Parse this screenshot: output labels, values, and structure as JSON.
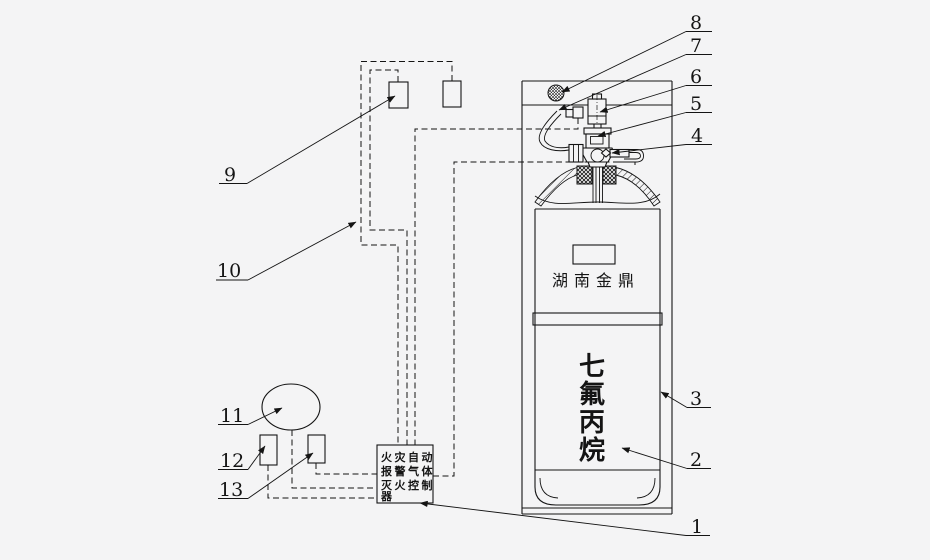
{
  "figure": {
    "type": "technical-diagram",
    "subject": "cabinet type gas fire extinguishing unit",
    "background_color": "#f4f4f5",
    "line_color": "#141414"
  },
  "cylinder": {
    "brand": "湖南金鼎",
    "agent": "七氟丙烷",
    "agent_chars": [
      "七",
      "氟",
      "丙",
      "烷"
    ]
  },
  "controller": {
    "text": "火灾自动报警气体灭火控制器",
    "lines": [
      "火灾自动",
      "报警气体",
      "灭火控制",
      "器"
    ]
  },
  "callouts": {
    "c1": {
      "label": "1"
    },
    "c2": {
      "label": "2"
    },
    "c3": {
      "label": "3"
    },
    "c4": {
      "label": "4"
    },
    "c5": {
      "label": "5"
    },
    "c6": {
      "label": "6"
    },
    "c7": {
      "label": "7"
    },
    "c8": {
      "label": "8"
    },
    "c9": {
      "label": "9"
    },
    "c10": {
      "label": "10"
    },
    "c11": {
      "label": "11"
    },
    "c12": {
      "label": "12"
    },
    "c13": {
      "label": "13"
    }
  }
}
